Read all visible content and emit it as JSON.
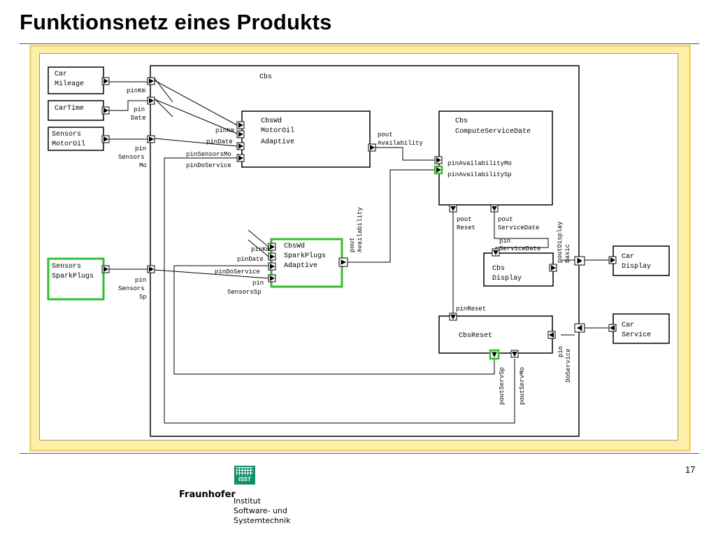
{
  "slide": {
    "title": "Funktionsnetz eines Produkts",
    "page_number": "17"
  },
  "logo": {
    "isst": "ISST",
    "fraunhofer": "Fraunhofer",
    "institute_lines": [
      "Institut",
      "Software- und",
      "Systemtechnik"
    ]
  },
  "diagram": {
    "outer_box": {
      "title": "Cbs"
    },
    "external": {
      "car_mileage": [
        "Car",
        "Mileage"
      ],
      "car_time": [
        "CarTime"
      ],
      "sensors_motoroil": [
        "Sensors",
        "MotorOil"
      ],
      "sensors_sparkplugs": [
        "Sensors",
        "SparkPlugs"
      ],
      "car_display": [
        "Car",
        "Display"
      ],
      "car_service": [
        "Car",
        "Service"
      ]
    },
    "components": {
      "motoroil": [
        "CbsWd",
        "MotorOil",
        "Adaptive"
      ],
      "compute": [
        "Cbs",
        "ComputeServiceDate"
      ],
      "sparkplugs": [
        "CbsWd",
        "SparkPlugs",
        "Adaptive"
      ],
      "display": [
        "Cbs",
        "Display"
      ],
      "reset": [
        "CbsReset"
      ]
    },
    "port_labels": {
      "pin_km": "pinKm",
      "pin_date": [
        "pin",
        "Date"
      ],
      "pin_sensors_mo": [
        "pin",
        "Sensors",
        "Mo"
      ],
      "pin_sensors_sp": [
        "pin",
        "Sensors",
        "Sp"
      ],
      "mo_pin_km": "pinKm",
      "mo_pin_date": "pinDate",
      "mo_pin_sensors_mo": "pinSensorsMo",
      "mo_pin_do_service": "pinDoService",
      "mo_pout_availability": [
        "pout",
        "Availability"
      ],
      "compute_pin_availability_mo": "pinAvailabilityMo",
      "compute_pin_availability_sp": "pinAvailabilitySp",
      "compute_pout_reset": [
        "pout",
        "Reset"
      ],
      "compute_pout_service_date": [
        "pout",
        "ServiceDate"
      ],
      "display_pin_service_date": [
        "pin",
        "ServiceDate"
      ],
      "display_pout_display_basic": [
        "poutDisplay",
        "Basic"
      ],
      "sp_pin_km": "pinKm",
      "sp_pin_date": "pinDate",
      "sp_pin_do_service": "pinDoService",
      "sp_pin_sensors_sp": [
        "pin",
        "SensorsSp"
      ],
      "sp_pout_availability": [
        "pout",
        "Availability"
      ],
      "reset_pin_reset": "pinReset",
      "reset_pin_do_service": [
        "pin",
        "DoService"
      ],
      "reset_pout_serv_sp": "poutServSp",
      "reset_pout_serv_mo": "poutServMo"
    },
    "highlight_color": "#2fbf2f",
    "line_color": "#000000"
  }
}
